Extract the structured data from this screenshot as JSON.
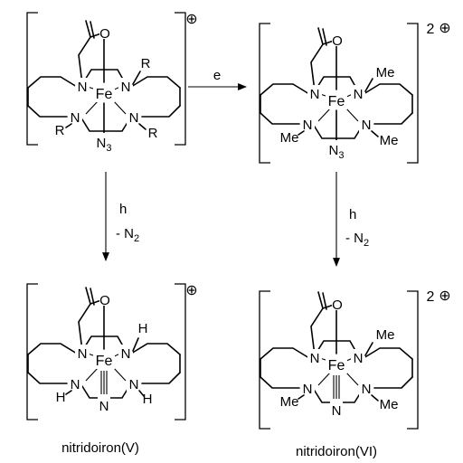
{
  "labels": {
    "R": "R",
    "Me": "Me",
    "H": "H",
    "N": "N",
    "Fe": "Fe",
    "O": "O",
    "N3_base": "N",
    "N3_sub": "3"
  },
  "charges": {
    "top_left": "⊕",
    "top_right_num": "2",
    "top_right": "⊕",
    "bottom_left": "⊕",
    "bottom_right_num": "2",
    "bottom_right": "⊕"
  },
  "arrows": {
    "oxidation": "e",
    "photo_left": "h",
    "loss_left_pre": "- N",
    "loss_left_sub": "2",
    "photo_right": "h",
    "loss_right_pre": "- N",
    "loss_right_sub": "2"
  },
  "captions": {
    "left": "nitridoiron(V)",
    "right": "nitridoiron(VI)"
  }
}
